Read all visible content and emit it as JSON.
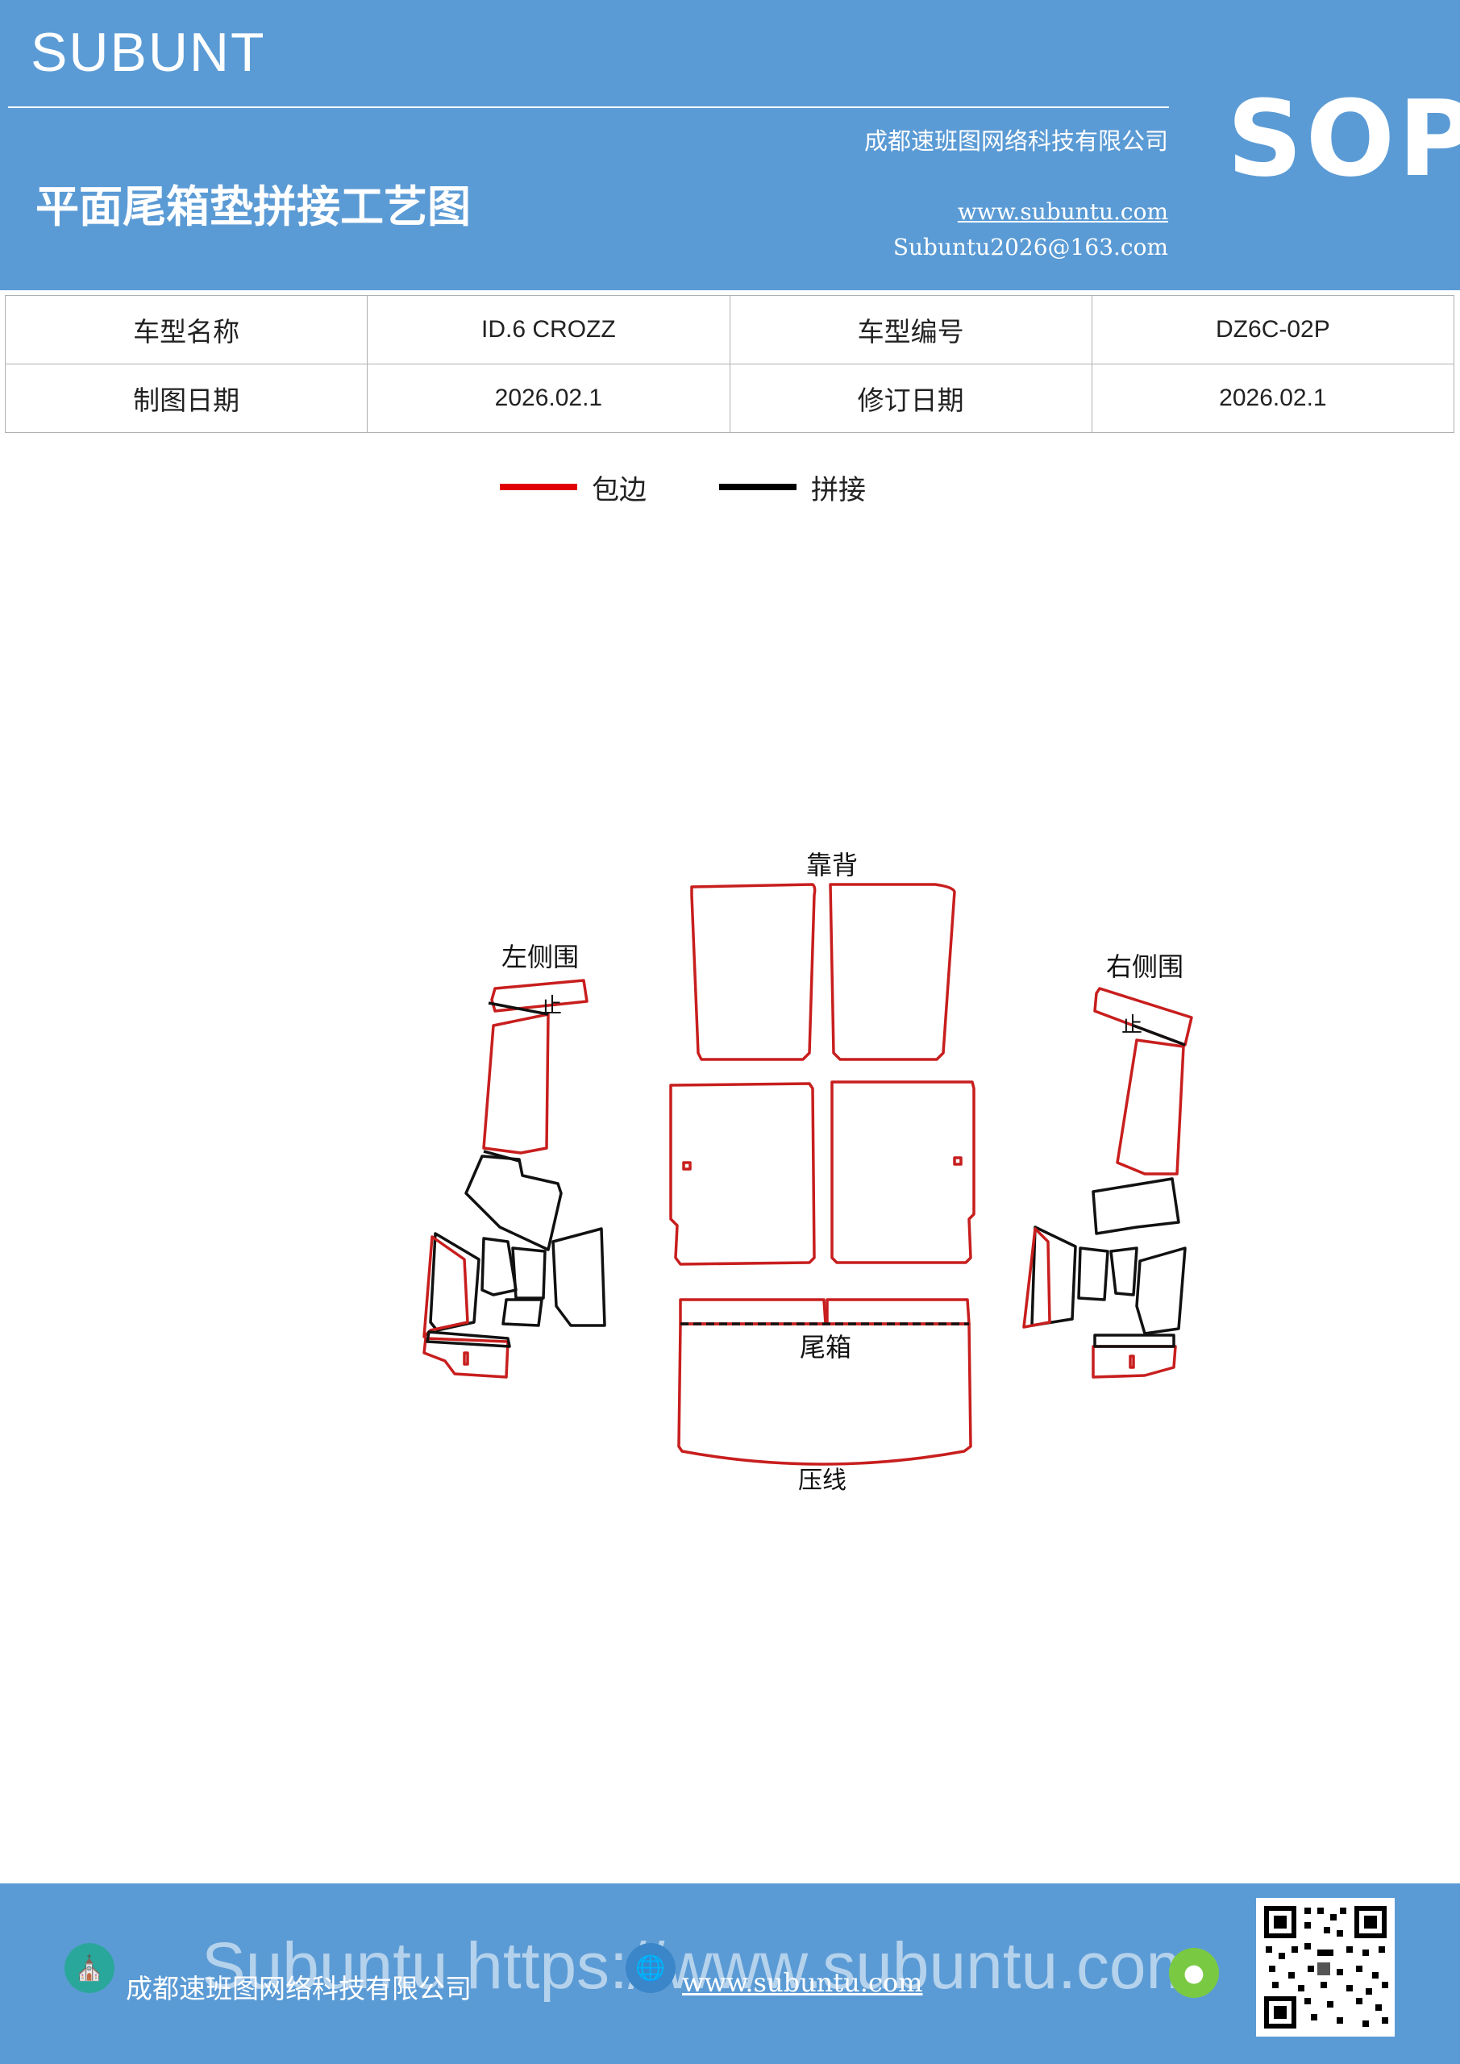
{
  "header": {
    "brand": "SUBUNT",
    "title": "平面尾箱垫拼接工艺图",
    "company": "成都速班图网络科技有限公司",
    "website": "www.subuntu.com",
    "email": "Subuntu2026@163.com",
    "badge": "SOP",
    "background_color": "#5b9bd5"
  },
  "info_table": {
    "rows": [
      [
        {
          "label": "车型名称",
          "value": "ID.6  CROZZ"
        },
        {
          "label": "车型编号",
          "value": "DZ6C-02P"
        }
      ],
      [
        {
          "label": "制图日期",
          "value": "2026.02.1"
        },
        {
          "label": "修订日期",
          "value": "2026.02.1"
        }
      ]
    ]
  },
  "legend": {
    "items": [
      {
        "label": "包边",
        "color": "#e00000"
      },
      {
        "label": "拼接",
        "color": "#000000"
      }
    ]
  },
  "diagram": {
    "labels": {
      "backrest": "靠背",
      "left_side": "左侧围",
      "right_side": "右侧围",
      "trunk": "尾箱",
      "crease": "压线",
      "left_mark": "止",
      "right_mark": "止"
    },
    "colors": {
      "edge": "#c81e1e",
      "seam": "#111111"
    }
  },
  "footer": {
    "company": "成都速班图网络科技有限公司",
    "website": "www.subuntu.com",
    "watermark": "Subuntu https://www.subuntu.com"
  }
}
